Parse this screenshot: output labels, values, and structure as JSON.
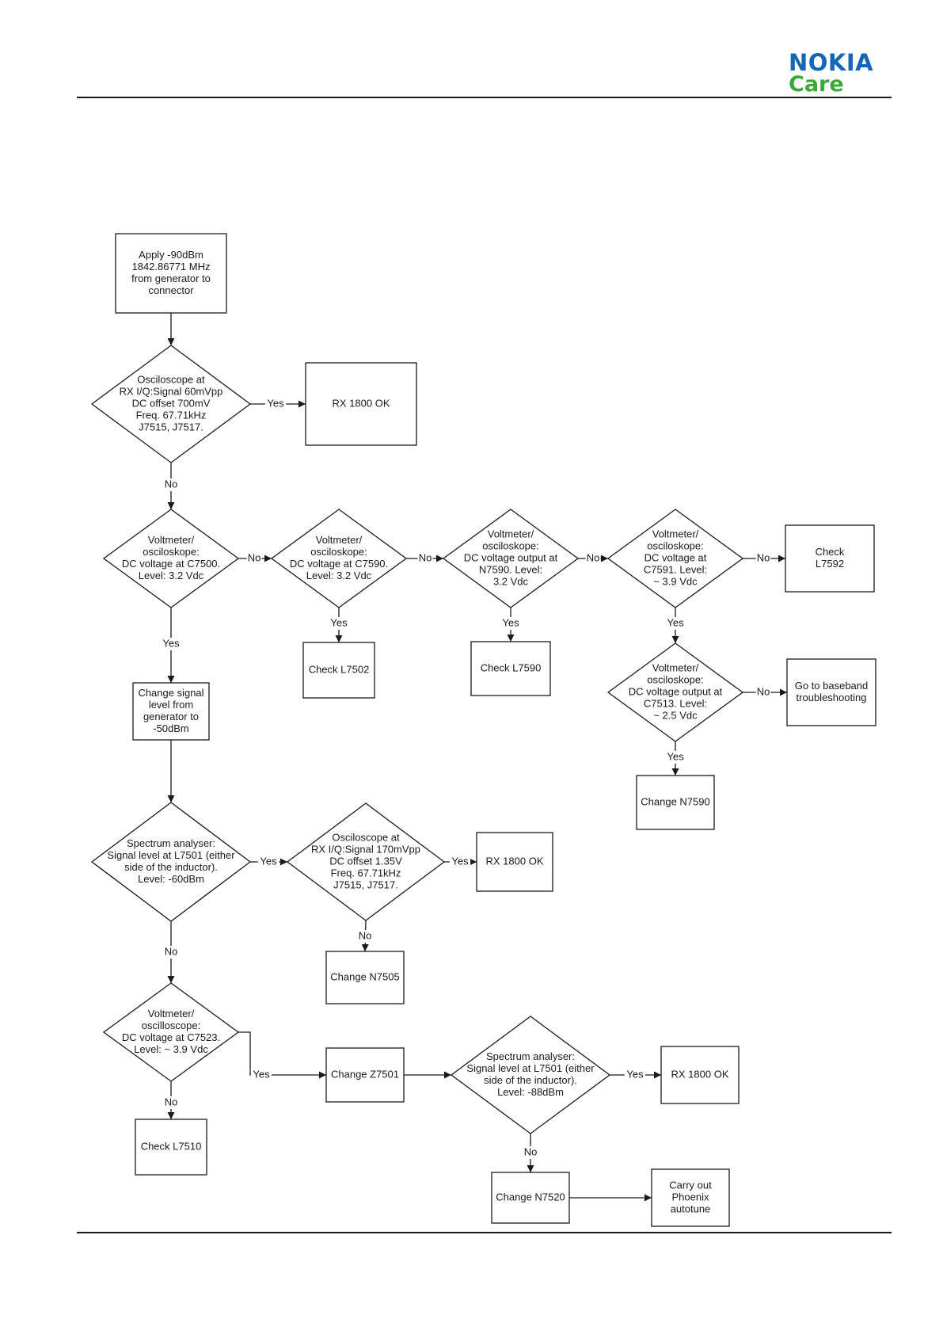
{
  "brand": {
    "name": "NOKIA",
    "sub": "Care",
    "name_color": "#1565b8",
    "sub_color": "#39a935"
  },
  "edge_labels": {
    "yes": "Yes",
    "no": "No"
  },
  "nodes": {
    "start": [
      "Apply -90dBm",
      "1842.86771 MHz",
      "from generator to",
      "connector"
    ],
    "d_osc1": [
      "Osciloscope at",
      "RX I/Q:Signal 60mVpp",
      "DC offset 700mV",
      "Freq. 67.71kHz",
      "J7515, J7517."
    ],
    "rx_ok_1": [
      "RX 1800 OK"
    ],
    "d_c7500": [
      "Voltmeter/",
      "osciloskope:",
      "DC voltage at C7500.",
      "Level: 3.2 Vdc"
    ],
    "d_c7590": [
      "Voltmeter/",
      "osciloskope:",
      "DC voltage at C7590.",
      "Level: 3.2 Vdc"
    ],
    "d_n7590": [
      "Voltmeter/",
      "osciloskope:",
      "DC voltage output at",
      "N7590. Level:",
      "3.2 Vdc"
    ],
    "d_c7591": [
      "Voltmeter/",
      "osciloskope:",
      "DC voltage at",
      "C7591. Level:",
      "~ 3.9 Vdc"
    ],
    "check_l7592": [
      "Check",
      "L7592"
    ],
    "check_l7502": [
      "Check L7502"
    ],
    "check_l7590": [
      "Check L7590"
    ],
    "d_c7513": [
      "Voltmeter/",
      "osciloskope:",
      "DC voltage output at",
      "C7513. Level:",
      "~ 2.5 Vdc"
    ],
    "baseband": [
      "Go to baseband",
      "troubleshooting"
    ],
    "change_n7590": [
      "Change N7590"
    ],
    "change_signal": [
      "Change signal",
      "level from",
      "generator to",
      "-50dBm"
    ],
    "d_spec1": [
      "Spectrum analyser:",
      "Signal level at L7501 (either",
      "side of the inductor).",
      "Level: -60dBm"
    ],
    "d_osc2": [
      "Osciloscope at",
      "RX I/Q:Signal 170mVpp",
      "DC offset 1.35V",
      "Freq. 67.71kHz",
      "J7515, J7517."
    ],
    "rx_ok_2": [
      "RX 1800 OK"
    ],
    "change_n7505": [
      "Change N7505"
    ],
    "d_c7523": [
      "Voltmeter/",
      "oscilloscope:",
      "DC voltage at C7523.",
      "Level: ~ 3.9 Vdc"
    ],
    "check_l7510": [
      "Check L7510"
    ],
    "change_z7501": [
      "Change Z7501"
    ],
    "d_spec2": [
      "Spectrum analyser:",
      "Signal level at L7501 (either",
      "side of the inductor).",
      "Level: -88dBm"
    ],
    "rx_ok_3": [
      "RX 1800 OK"
    ],
    "change_n7520": [
      "Change N7520"
    ],
    "phoenix": [
      "Carry out",
      "Phoenix",
      "autotune"
    ]
  }
}
